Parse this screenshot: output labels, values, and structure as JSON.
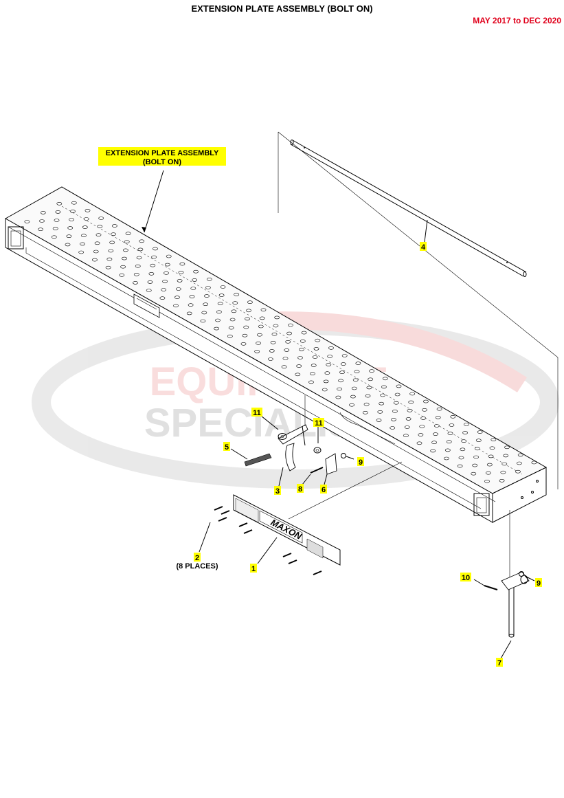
{
  "header": {
    "title": "EXTENSION PLATE ASSEMBLY (BOLT ON)",
    "date_range": "MAY 2017 to DEC 2020",
    "date_color": "#e0001b"
  },
  "assembly_label": {
    "line1": "EXTENSION PLATE ASSEMBLY",
    "line2": "(BOLT ON)"
  },
  "watermark": {
    "line1": "EQUIPMENT",
    "line2": "SPECIALISTS"
  },
  "plate_logo": "MAXON",
  "callouts": {
    "c1": "1",
    "c2": "2",
    "c2_note": "(8 PLACES)",
    "c3": "3",
    "c4": "4",
    "c5": "5",
    "c6": "6",
    "c7": "7",
    "c8": "8",
    "c9a": "9",
    "c9b": "9",
    "c10": "10",
    "c11a": "11",
    "c11b": "11"
  },
  "colors": {
    "highlight": "#ffff00",
    "watermark_red": "#e8a0a0",
    "watermark_gray": "#c8c8c8"
  }
}
